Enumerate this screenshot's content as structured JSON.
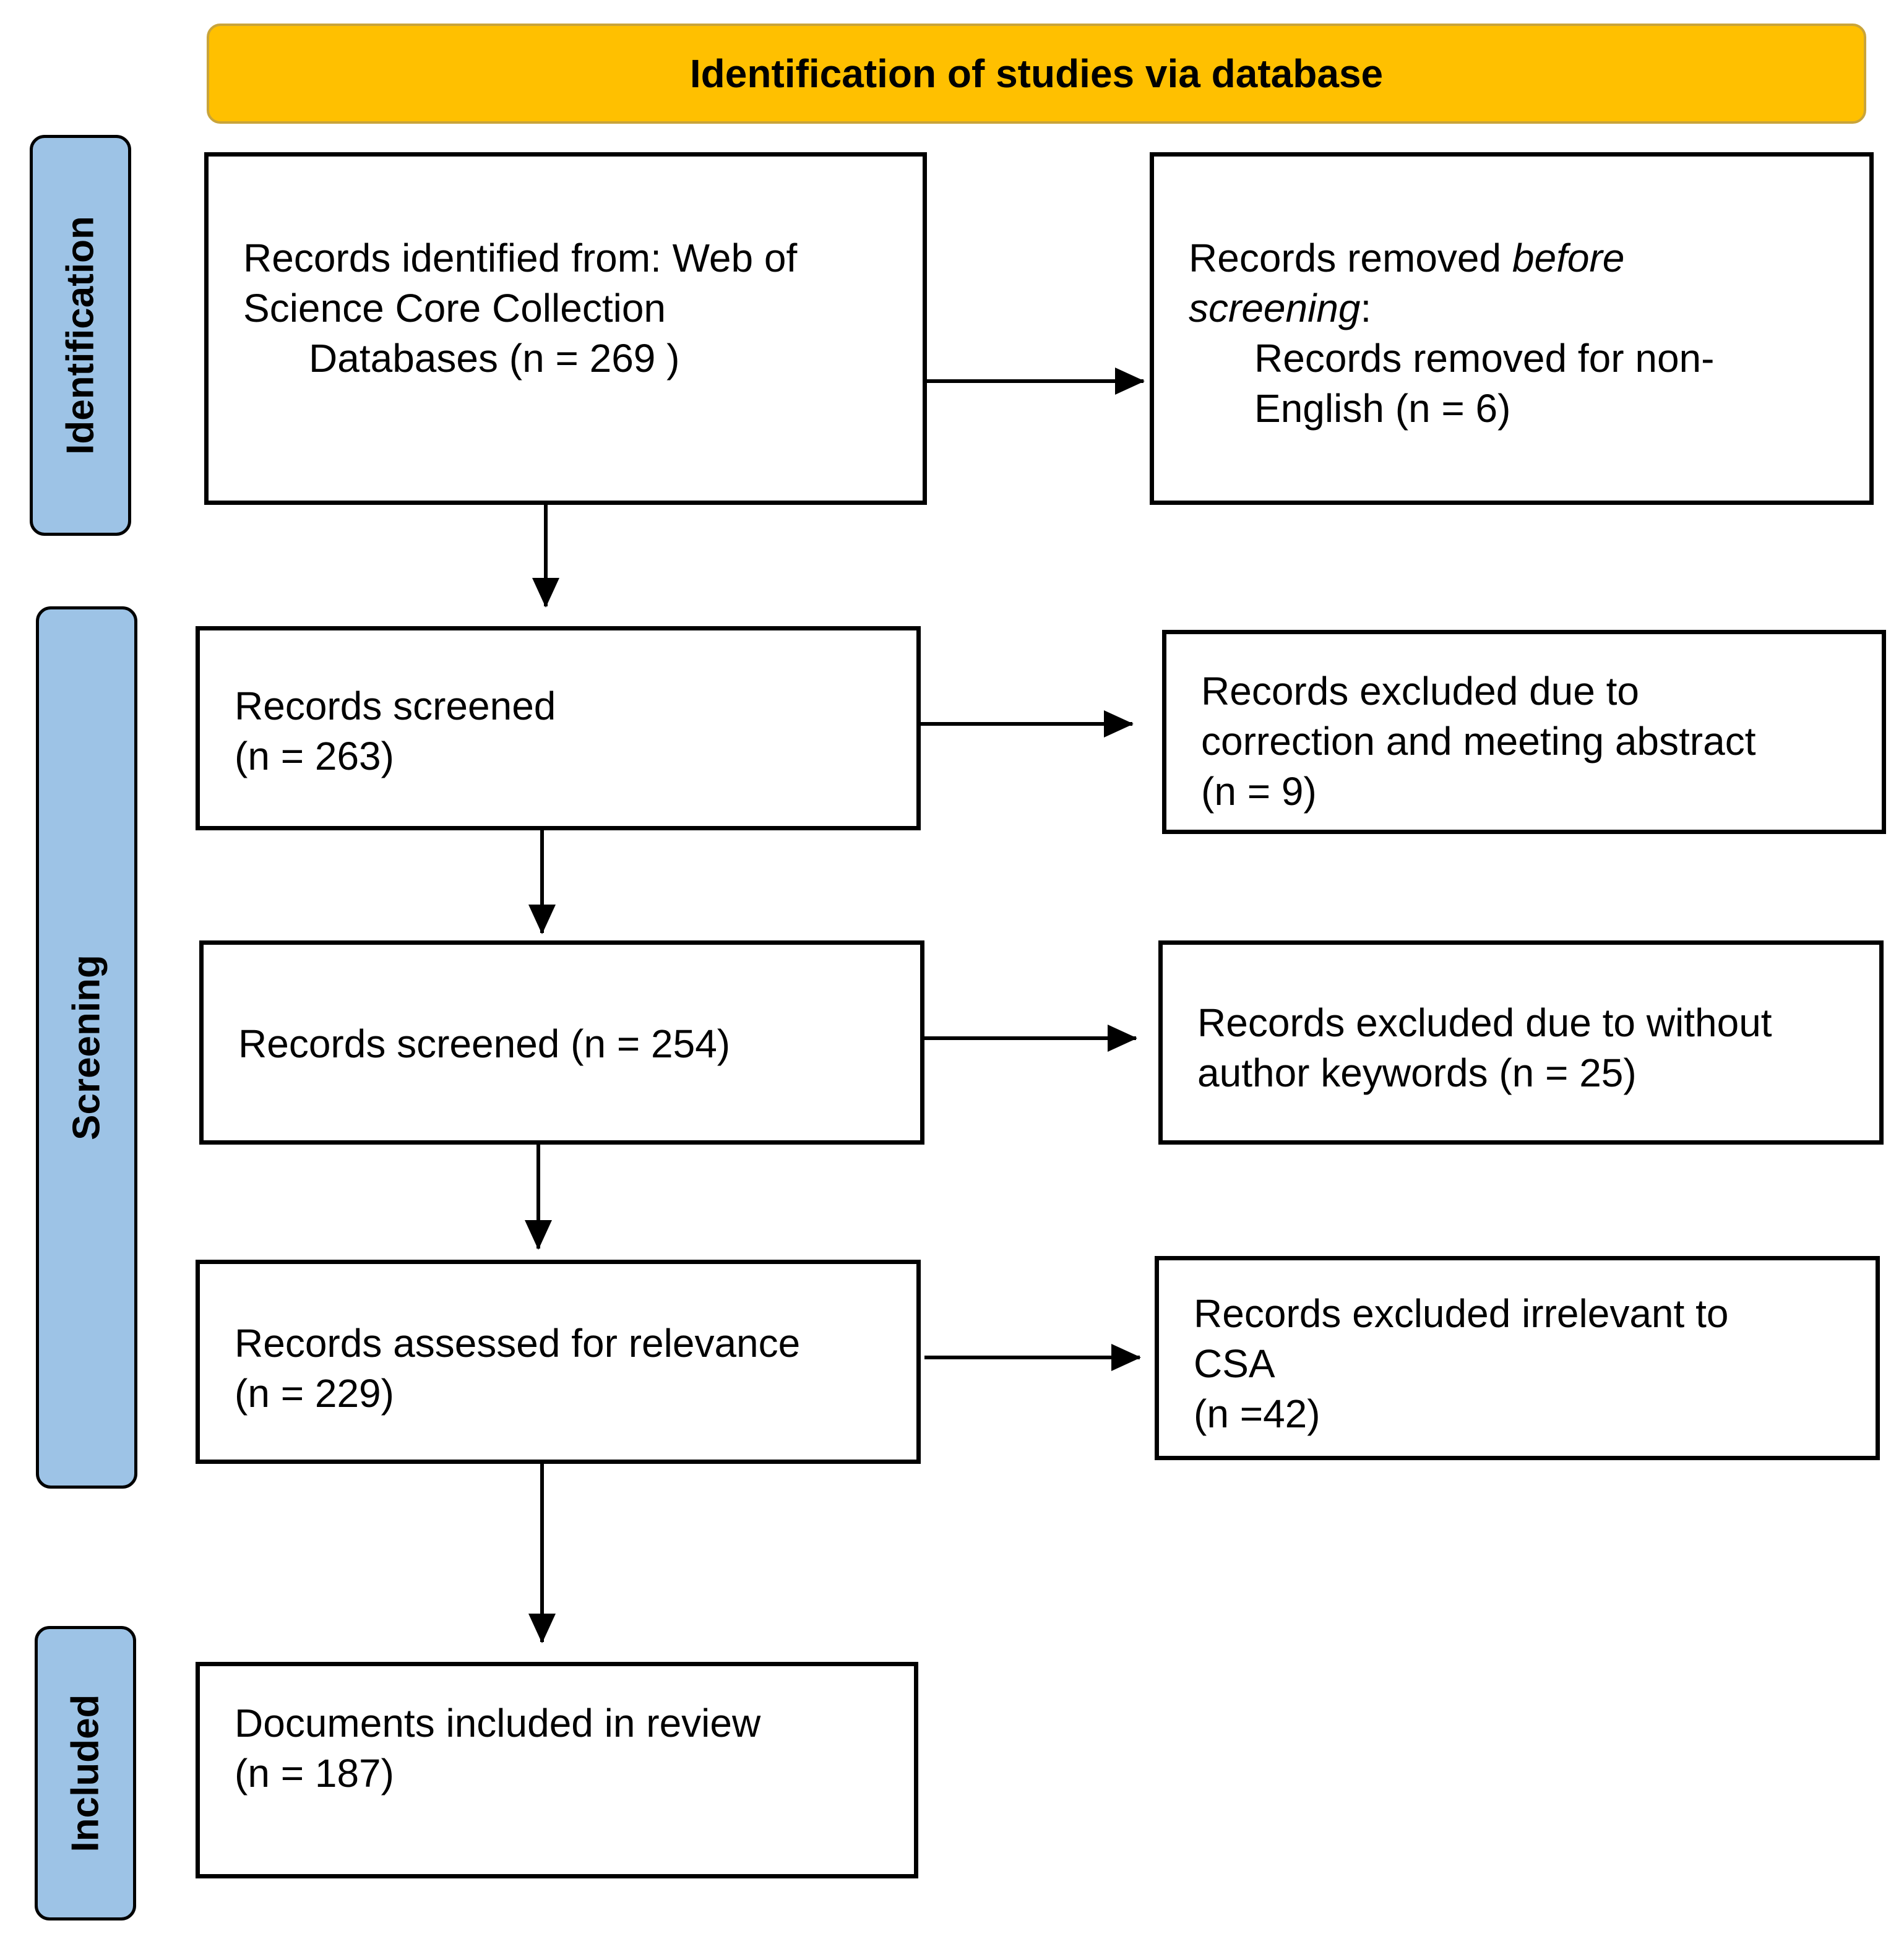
{
  "header": {
    "title": "Identification of studies via database"
  },
  "phases": {
    "identification": "Identification",
    "screening": "Screening",
    "included": "Included"
  },
  "boxes": {
    "identified": {
      "line1": "Records identified from: Web of",
      "line2": "Science Core Collection",
      "line3": "Databases (n = 269 )"
    },
    "removed": {
      "line1_prefix": "Records removed ",
      "line1_italic": "before",
      "line2_italic": "screening",
      "line2_suffix": ":",
      "line3": "Records removed for non-",
      "line4": "English (n = 6)"
    },
    "screened1": {
      "line1": "Records screened",
      "line2": "(n = 263)"
    },
    "excluded1": {
      "line1": "Records excluded due to",
      "line2": "correction and meeting abstract",
      "line3": "(n = 9)"
    },
    "screened2": {
      "line1": "Records screened (n = 254)"
    },
    "excluded2": {
      "line1": "Records excluded due to without",
      "line2": "author keywords (n = 25)"
    },
    "assessed": {
      "line1": "Records assessed for relevance",
      "line2": "(n = 229)"
    },
    "excluded3": {
      "line1": "Records excluded irrelevant to",
      "line2": "CSA",
      "line3": "(n =42)"
    },
    "included": {
      "line1": "Documents included in review",
      "line2": "(n = 187)"
    }
  },
  "colors": {
    "header_fill": "#FFC000",
    "phase_fill": "#9DC3E6",
    "line": "#000000"
  }
}
